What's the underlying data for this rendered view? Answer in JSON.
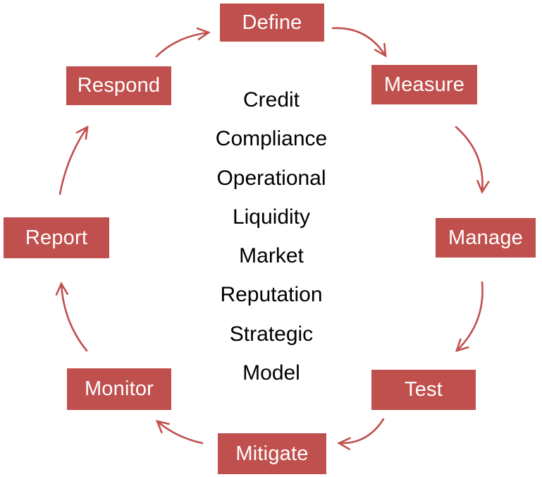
{
  "cycle": {
    "steps": [
      {
        "id": "define",
        "label": "Define"
      },
      {
        "id": "measure",
        "label": "Measure"
      },
      {
        "id": "manage",
        "label": "Manage"
      },
      {
        "id": "test",
        "label": "Test"
      },
      {
        "id": "mitigate",
        "label": "Mitigate"
      },
      {
        "id": "monitor",
        "label": "Monitor"
      },
      {
        "id": "report",
        "label": "Report"
      },
      {
        "id": "respond",
        "label": "Respond"
      }
    ],
    "connections": [
      {
        "from": "Define",
        "to": "Measure"
      },
      {
        "from": "Measure",
        "to": "Manage"
      },
      {
        "from": "Manage",
        "to": "Test"
      },
      {
        "from": "Test",
        "to": "Mitigate"
      },
      {
        "from": "Mitigate",
        "to": "Monitor"
      },
      {
        "from": "Monitor",
        "to": "Report"
      },
      {
        "from": "Report",
        "to": "Respond"
      },
      {
        "from": "Respond",
        "to": "Define"
      }
    ]
  },
  "center_list": {
    "items": [
      "Credit",
      "Compliance",
      "Operational",
      "Liquidity",
      "Market",
      "Reputation",
      "Strategic",
      "Model"
    ]
  },
  "colors": {
    "box_fill": "#C0504D",
    "box_text": "#FFFFFF",
    "arrow": "#C0504D",
    "center_text": "#000000",
    "background": "#FFFFFF"
  }
}
